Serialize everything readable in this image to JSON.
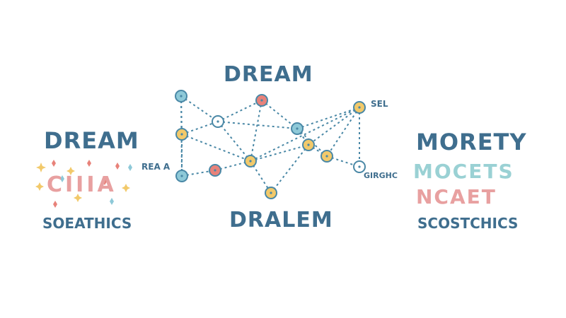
{
  "left": {
    "title": "DREAM",
    "art_text": "CIIIA",
    "subtitle": "SOEATHICS"
  },
  "center": {
    "title": "DREAM",
    "subtitle": "DRALEM",
    "labels": {
      "left": "REA A",
      "top_right": "SEL",
      "bottom_right": "GIRGHC"
    }
  },
  "right": {
    "title": "MORETY",
    "art_line1": "MOCETS",
    "art_line2": "NCAET",
    "subtitle": "SCOSTCHICS"
  },
  "colors": {
    "text": "#3f6e8e",
    "edge": "#4a88a6",
    "node_yellow": "#f2c96a",
    "node_blue": "#8ec9d8",
    "node_red": "#e8827a",
    "node_white": "#ffffff"
  }
}
